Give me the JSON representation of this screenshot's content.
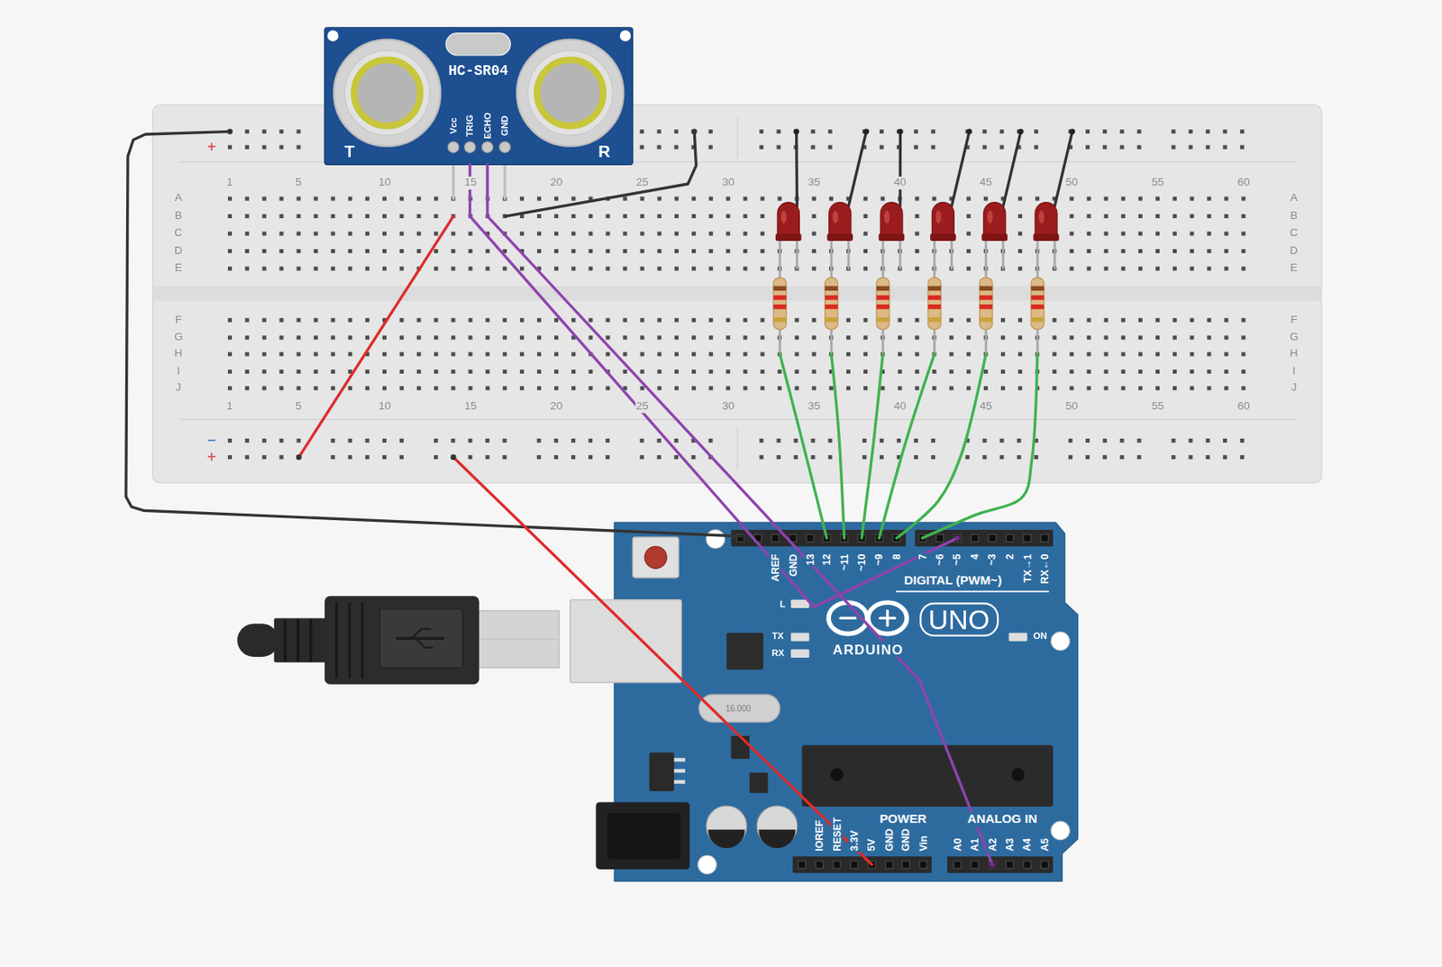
{
  "diagram": {
    "nodes": [
      {
        "text": [
          "HC-SR04"
        ]
      },
      {
        "text": [
          "ARDUINO",
          "UNO"
        ]
      }
    ],
    "edges": [
      {
        "from": 0,
        "to": 1,
        "arrow": "none"
      },
      {
        "from": 0,
        "to": 1,
        "arrow": "none"
      }
    ],
    "labels": [
      "T",
      "R",
      "Vcc",
      "TRIG",
      "ECHO",
      "GND",
      "+",
      "1",
      "5",
      "10",
      "15",
      "20",
      "25",
      "30",
      "35",
      "40",
      "45",
      "50",
      "55",
      "60",
      "A",
      "B",
      "C",
      "D",
      "E",
      "A",
      "B",
      "C",
      "D",
      "E",
      "F",
      "G",
      "H",
      "I",
      "J",
      "F",
      "G",
      "H",
      "I",
      "J",
      "1",
      "5",
      "10",
      "15",
      "20",
      "25",
      "30",
      "35",
      "40",
      "45",
      "50",
      "55",
      "60",
      "−",
      "+",
      "AREF",
      "GND",
      "13",
      "12",
      "~11",
      "~10",
      "~9",
      "8",
      "7",
      "~6",
      "~5",
      "4",
      "~3",
      "2",
      "TX→1",
      "RX←0",
      "DIGITAL (PWM~)",
      "L",
      "TX",
      "RX",
      "16.000",
      "ON",
      "IOREF",
      "RESET",
      "3.3V",
      "5V",
      "GND",
      "GND",
      "Vin",
      "POWER",
      "ANALOG IN",
      "A0",
      "A1",
      "A2",
      "A3",
      "A4",
      "A5"
    ]
  }
}
